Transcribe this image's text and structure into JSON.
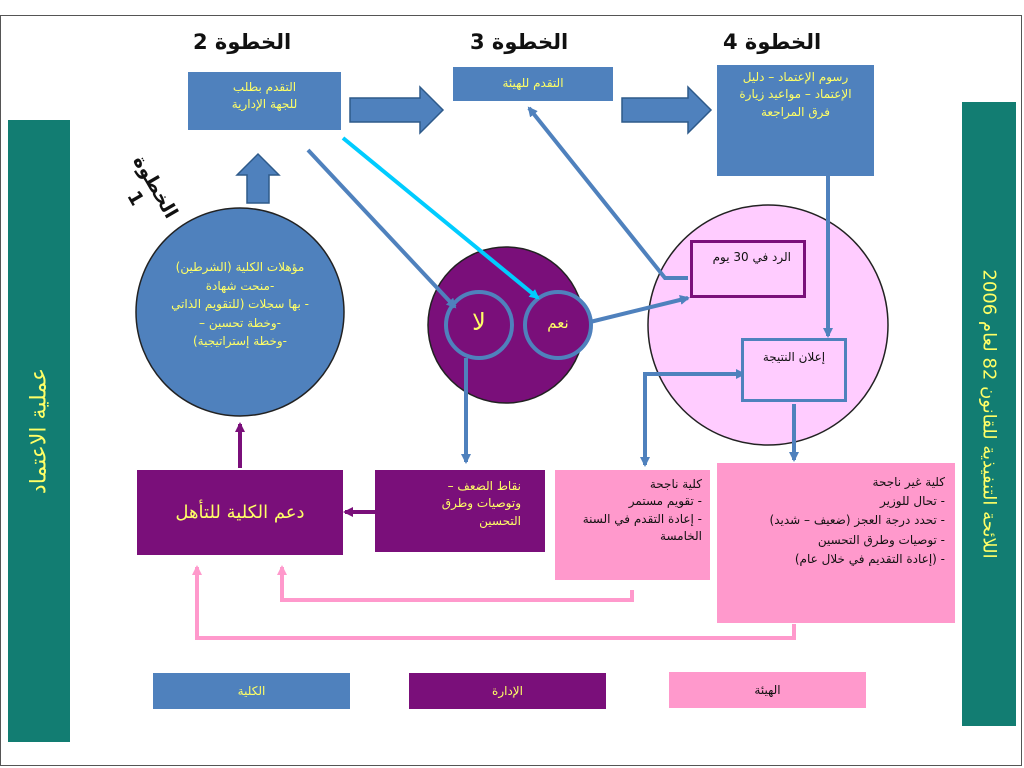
{
  "steps": {
    "step1": "الخطوة 1",
    "step2": "الخطوة 2",
    "step3": "الخطوة 3",
    "step4": "الخطوة 4"
  },
  "sidebars": {
    "left": "عملية الاعتماد",
    "right": "اللائحة التنفيذية للقانون 82 لعام 2006"
  },
  "boxes": {
    "step2_box": [
      "التقدم بطلب",
      "للجهة الإدارية"
    ],
    "step3_box": "التقدم للهيئة",
    "step4_box": [
      "رسوم الإعتماد – دليل",
      "الإعتماد – مواعيد زيارة",
      "فرق المراجعة"
    ],
    "response_box": "الرد في 30 يوم",
    "announce_box": "إعلان النتيجة",
    "support_box": "دعم الكلية للتأهل",
    "weakness_box": [
      "نقاط الضعف –",
      "وتوصيات وطرق",
      "التحسين"
    ],
    "success_box": [
      "كلية ناجحة",
      "- تقويم مستمر",
      "- إعادة التقدم في السنة",
      "الخامسة"
    ],
    "fail_box": [
      "كلية غير ناجحة",
      "- تحال للوزير",
      "- تحدد درجة العجز (ضعيف – شديد)",
      "- توصيات وطرق التحسين",
      "- (إعادة التقديم في خلال عام)"
    ]
  },
  "circles": {
    "blue_circle": [
      "مؤهلات الكلية (الشرطين)",
      "-منحت شهادة",
      "- بها سجلات (للتقويم الذاتي",
      "-وخطة تحسين –",
      "-وخطة إستراتيجية)"
    ],
    "no": "لا",
    "yes": "نعم"
  },
  "legend": {
    "college": "الكلية",
    "admin": "الإدارة",
    "authority": "الهيئة"
  },
  "colors": {
    "blue": "#4f81bd",
    "purple": "#7a0f7a",
    "pink": "#ff99cc",
    "teal": "#127d72",
    "yellow_text": "#ffff66",
    "cyan_arrow": "#00ccff"
  }
}
